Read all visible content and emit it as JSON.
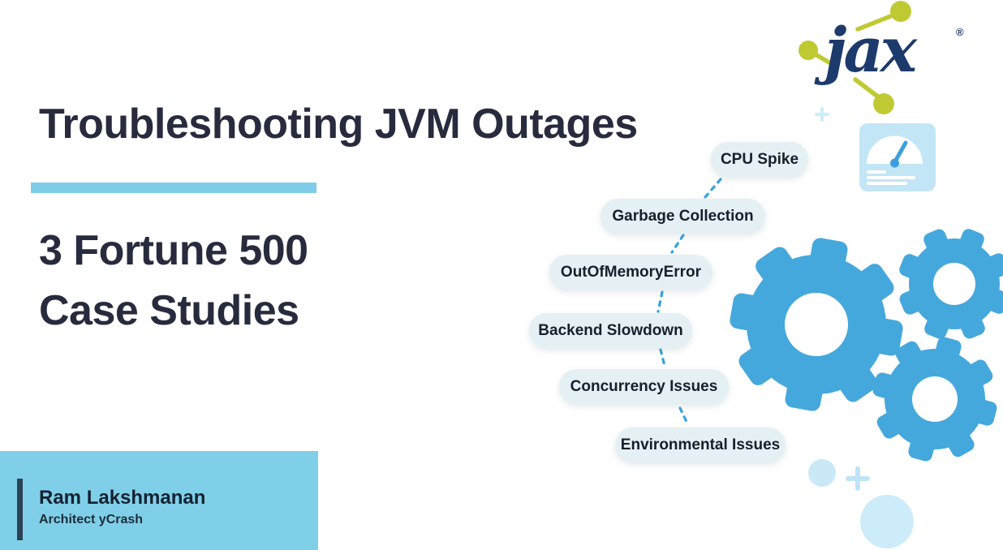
{
  "slide": {
    "title": "Troubleshooting JVM Outages",
    "subtitle": {
      "line1": "3 Fortune 500",
      "line2": "Case Studies"
    },
    "speaker": {
      "name": "Ram Lakshmanan",
      "role": "Architect yCrash"
    },
    "issues": [
      {
        "label": "CPU Spike"
      },
      {
        "label": "Garbage Collection"
      },
      {
        "label": "OutOfMemoryError"
      },
      {
        "label": "Backend Slowdown"
      },
      {
        "label": "Concurrency Issues"
      },
      {
        "label": "Environmental Issues"
      }
    ],
    "logo": {
      "text": "jax",
      "registered_mark": "®"
    },
    "icons": [
      "gauge-icon",
      "gear-icon-large",
      "gear-icon-top-right",
      "gear-icon-bottom-right",
      "plus-icon",
      "molecule-node-icon"
    ],
    "colors": {
      "heading_text": "#272b3d",
      "accent_light_blue": "#7fcde8",
      "speaker_box_blue": "#80cfe9",
      "speaker_rule_dark": "#2c4255",
      "pill_background": "#e4f0f3",
      "pill_text": "#16202c",
      "gear_blue": "#45a8dc",
      "connector_blue": "#35a2df",
      "gauge_card_blue": "#c3e6f6",
      "needle_blue": "#3d9fe0",
      "logo_navy": "#1d3a6c",
      "logo_olive": "#bfca33",
      "pale_decoration_blue": "#cdecf9"
    }
  }
}
